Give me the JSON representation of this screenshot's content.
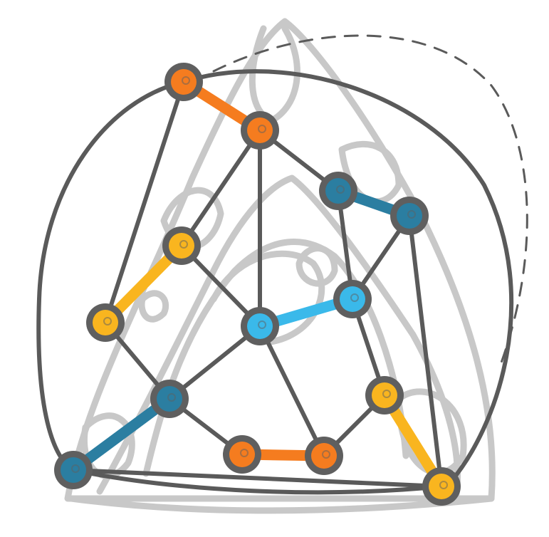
{
  "colors": {
    "background": "#ffffff",
    "ghost": "#c8c8c8",
    "edge": "#5a5a5a",
    "node_outline": "#5f5f5f",
    "orange": "#f57c1f",
    "gold": "#f9b51f",
    "teal": "#2b7ea1",
    "cyan": "#3ab9ea"
  },
  "graph": {
    "nodes": [
      {
        "id": "a",
        "color": "orange"
      },
      {
        "id": "b",
        "color": "orange"
      },
      {
        "id": "c",
        "color": "teal"
      },
      {
        "id": "d",
        "color": "teal"
      },
      {
        "id": "e",
        "color": "gold"
      },
      {
        "id": "f",
        "color": "gold"
      },
      {
        "id": "g",
        "color": "cyan"
      },
      {
        "id": "h",
        "color": "cyan"
      },
      {
        "id": "i",
        "color": "teal"
      },
      {
        "id": "j",
        "color": "gold"
      },
      {
        "id": "k",
        "color": "teal"
      },
      {
        "id": "l",
        "color": "orange"
      },
      {
        "id": "m",
        "color": "orange"
      },
      {
        "id": "n",
        "color": "gold"
      }
    ],
    "matching": [
      {
        "from": "a",
        "to": "b",
        "color": "orange"
      },
      {
        "from": "c",
        "to": "d",
        "color": "teal"
      },
      {
        "from": "e",
        "to": "f",
        "color": "gold"
      },
      {
        "from": "g",
        "to": "h",
        "color": "cyan"
      },
      {
        "from": "i",
        "to": "k",
        "color": "teal"
      },
      {
        "from": "l",
        "to": "m",
        "color": "orange"
      },
      {
        "from": "j",
        "to": "n",
        "color": "gold"
      }
    ],
    "edges": [
      {
        "from": "b",
        "to": "g"
      },
      {
        "from": "b",
        "to": "e"
      },
      {
        "from": "b",
        "to": "c"
      },
      {
        "from": "a",
        "to": "f"
      },
      {
        "from": "e",
        "to": "g"
      },
      {
        "from": "f",
        "to": "i"
      },
      {
        "from": "i",
        "to": "g"
      },
      {
        "from": "i",
        "to": "l"
      },
      {
        "from": "g",
        "to": "m"
      },
      {
        "from": "m",
        "to": "j"
      },
      {
        "from": "j",
        "to": "h"
      },
      {
        "from": "h",
        "to": "d"
      },
      {
        "from": "c",
        "to": "h"
      },
      {
        "from": "d",
        "to": "n"
      },
      {
        "from": "k",
        "to": "n"
      }
    ]
  }
}
